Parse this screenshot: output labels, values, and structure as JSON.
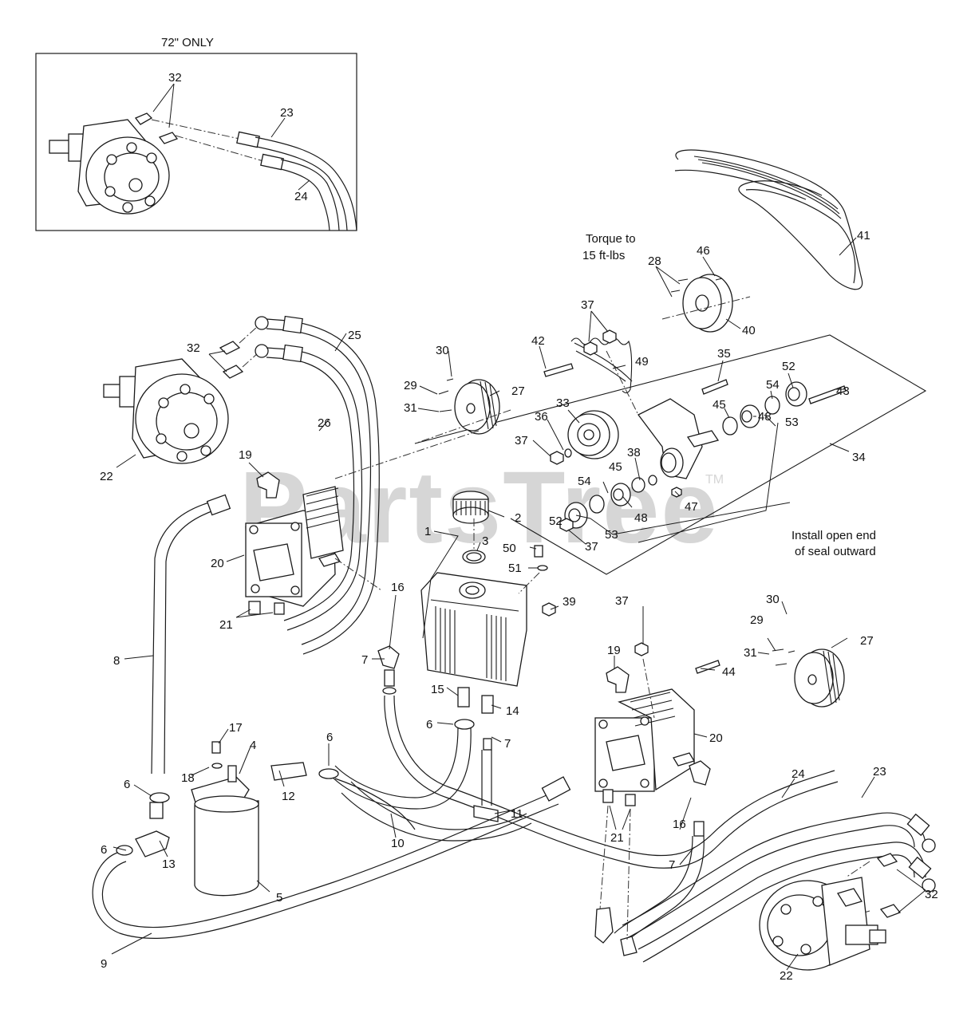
{
  "inset": {
    "title": "72\" ONLY"
  },
  "notes": {
    "torque_line1": "Torque to",
    "torque_line2": "15 ft-lbs",
    "seal_line1": "Install open end",
    "seal_line2": "of seal outward"
  },
  "watermark": {
    "text": "PartsTree",
    "mark": "TM"
  },
  "callouts": [
    "32",
    "23",
    "24",
    "41",
    "46",
    "28",
    "40",
    "37",
    "42",
    "49",
    "35",
    "52",
    "43",
    "54",
    "53",
    "45",
    "48",
    "34",
    "38",
    "47",
    "25",
    "32",
    "26",
    "30",
    "27",
    "29",
    "31",
    "33",
    "36",
    "37",
    "22",
    "19",
    "20",
    "2",
    "1",
    "3",
    "50",
    "51",
    "52",
    "53",
    "37",
    "54",
    "45",
    "48",
    "21",
    "16",
    "7",
    "39",
    "37",
    "30",
    "29",
    "27",
    "31",
    "19",
    "44",
    "15",
    "14",
    "6",
    "7",
    "20",
    "8",
    "17",
    "4",
    "18",
    "6",
    "12",
    "10",
    "11",
    "6",
    "6",
    "13",
    "5",
    "24",
    "23",
    "21",
    "16",
    "7",
    "32",
    "9",
    "22"
  ]
}
